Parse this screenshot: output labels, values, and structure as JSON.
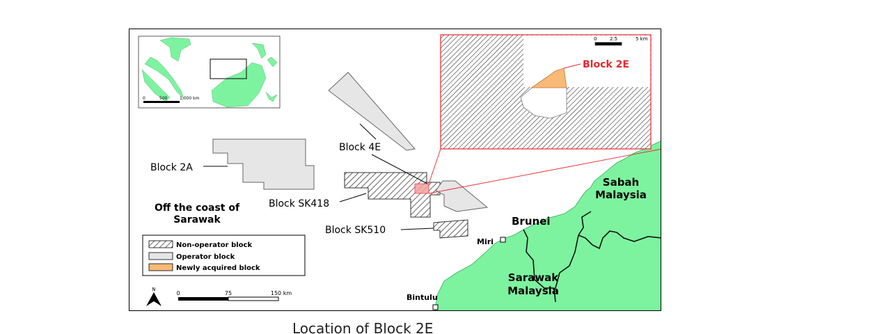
{
  "colors": {
    "land": "#7df39f",
    "operator_block": "#e6e6e6",
    "newly_acquired": "#f9b977",
    "highlight": "#e8262b",
    "line": "#000000"
  },
  "labels": {
    "block_2a": "Block 2A",
    "block_4e": "Block 4E",
    "block_sk418": "Block SK418",
    "block_sk510": "Block SK510",
    "block_2e": "Block  2E",
    "offshore_title_line1": "Off the coast of",
    "offshore_title_line2": "Sarawak",
    "brunei": "Brunei",
    "sabah_line1": "Sabah",
    "sabah_line2": "Malaysia",
    "sarawak_line1": "Sarawak",
    "sarawak_line2": "Malaysia",
    "miri": "Miri",
    "bintulu": "Bintulu",
    "north": "N"
  },
  "legend": {
    "items": [
      {
        "label": "Non-operator block",
        "style": "hatched"
      },
      {
        "label": "Operator block",
        "style": "operator"
      },
      {
        "label": "Newly acquired block",
        "style": "new"
      }
    ]
  },
  "scale_bars": {
    "main": {
      "ticks": [
        "0",
        "75",
        "150 km"
      ]
    },
    "overview": {
      "ticks": [
        "0",
        "500",
        "1,000 km"
      ]
    },
    "detail": {
      "ticks": [
        "0",
        "2.5",
        "5 km"
      ]
    }
  },
  "caption_partial": "Location of Block 2E"
}
